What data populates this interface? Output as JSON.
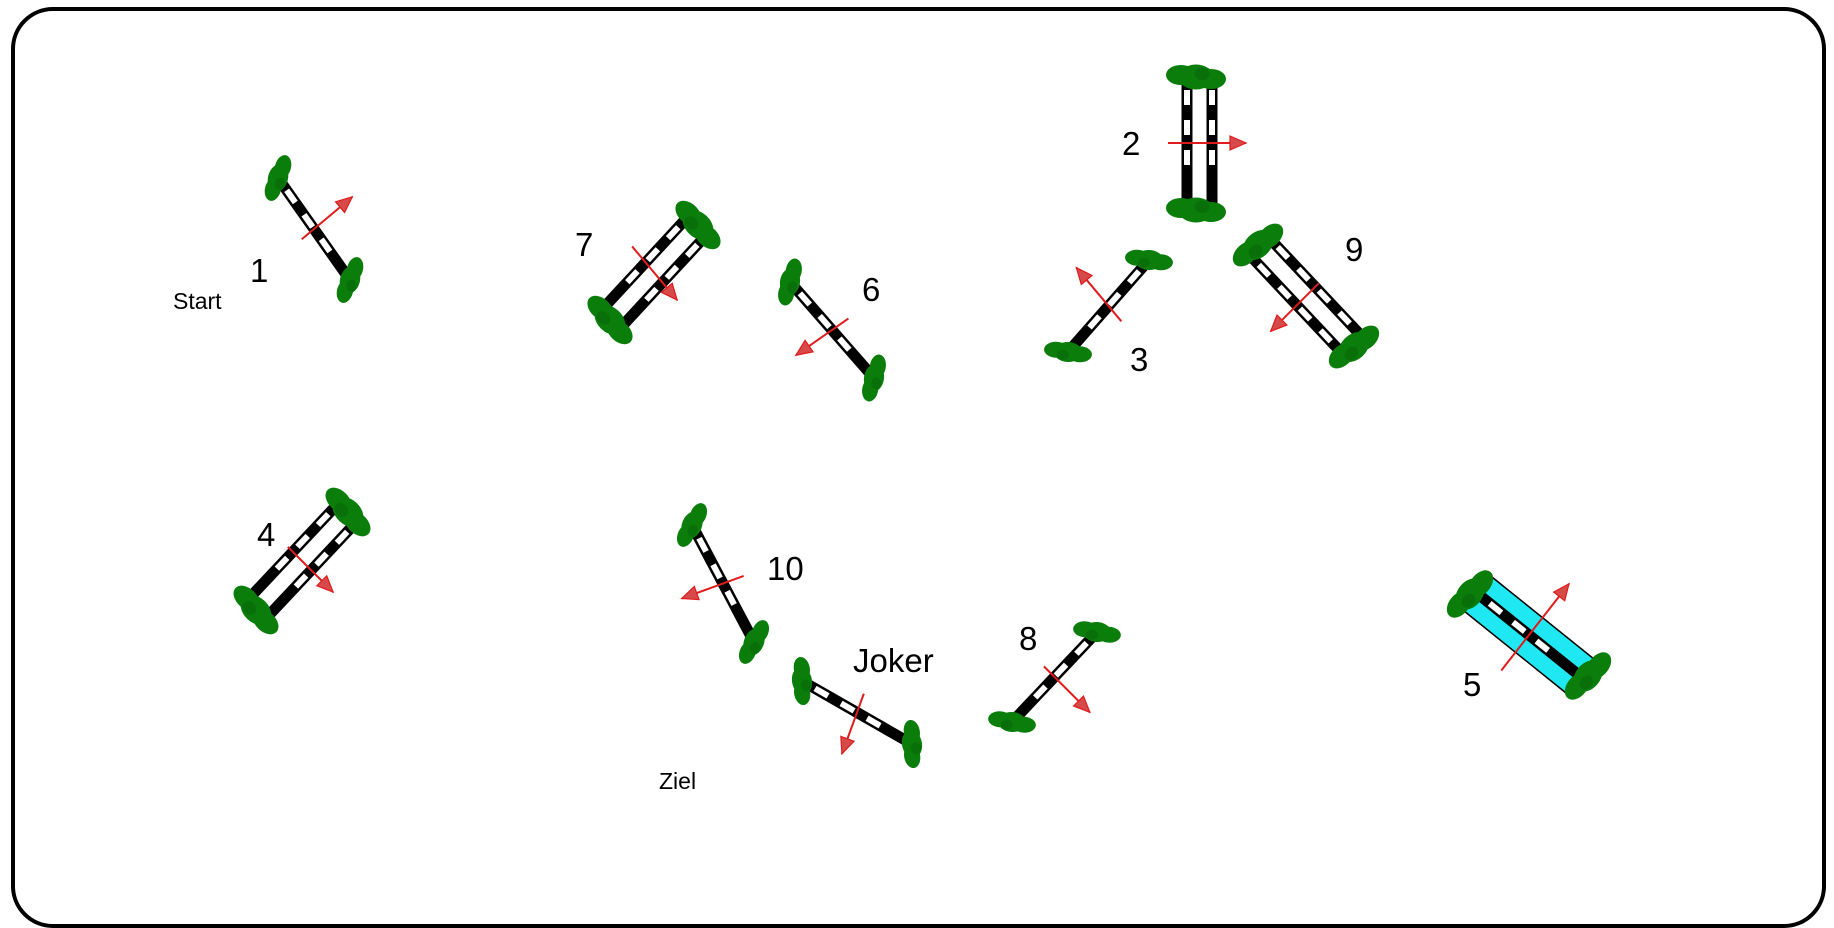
{
  "course": {
    "colors": {
      "border": "#000000",
      "rail_dark": "#000000",
      "rail_light": "#ffffff",
      "wing": "#0a7d0a",
      "wing_dark": "#0a5a0a",
      "arrow": "#e01b1b",
      "water": "#1fe8f2"
    },
    "labels": {
      "start": "Start",
      "finish": "Ziel",
      "joker": "Joker"
    },
    "obstacles": [
      {
        "number": "1",
        "type": "vertical",
        "icon": "single-rail-fence-icon"
      },
      {
        "number": "2",
        "type": "oxer",
        "icon": "double-rail-oxer-icon"
      },
      {
        "number": "3",
        "type": "vertical",
        "icon": "single-rail-fence-icon"
      },
      {
        "number": "4",
        "type": "oxer",
        "icon": "double-rail-oxer-icon"
      },
      {
        "number": "5",
        "type": "water",
        "icon": "water-ditch-icon"
      },
      {
        "number": "6",
        "type": "vertical",
        "icon": "single-rail-fence-icon"
      },
      {
        "number": "7",
        "type": "oxer",
        "icon": "double-rail-oxer-icon"
      },
      {
        "number": "8",
        "type": "vertical",
        "icon": "single-rail-fence-icon"
      },
      {
        "number": "9",
        "type": "oxer",
        "icon": "double-rail-oxer-icon"
      },
      {
        "number": "10",
        "type": "vertical",
        "icon": "single-rail-fence-icon"
      },
      {
        "number": "",
        "type": "vertical",
        "icon": "single-rail-fence-icon",
        "label_ref": "joker"
      }
    ]
  }
}
